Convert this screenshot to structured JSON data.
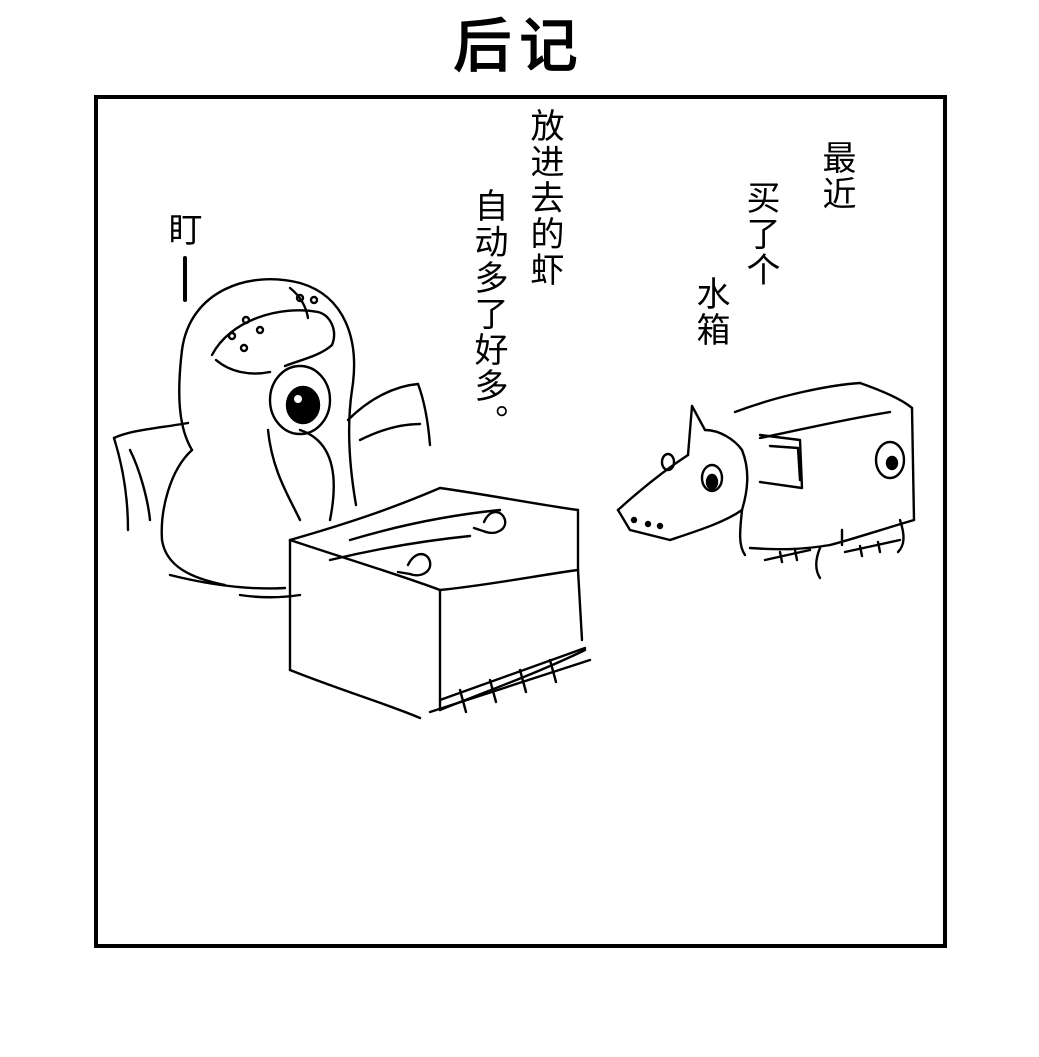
{
  "title": "后记",
  "bubbles": {
    "stare": "盯",
    "shrimp_line1": "放进去的虾",
    "shrimp_line2": "自动多了好多。",
    "tank_line1": "最近",
    "tank_line2": "买了个",
    "tank_line3": "水箱"
  },
  "colors": {
    "ink": "#000000",
    "paper": "#ffffff"
  }
}
